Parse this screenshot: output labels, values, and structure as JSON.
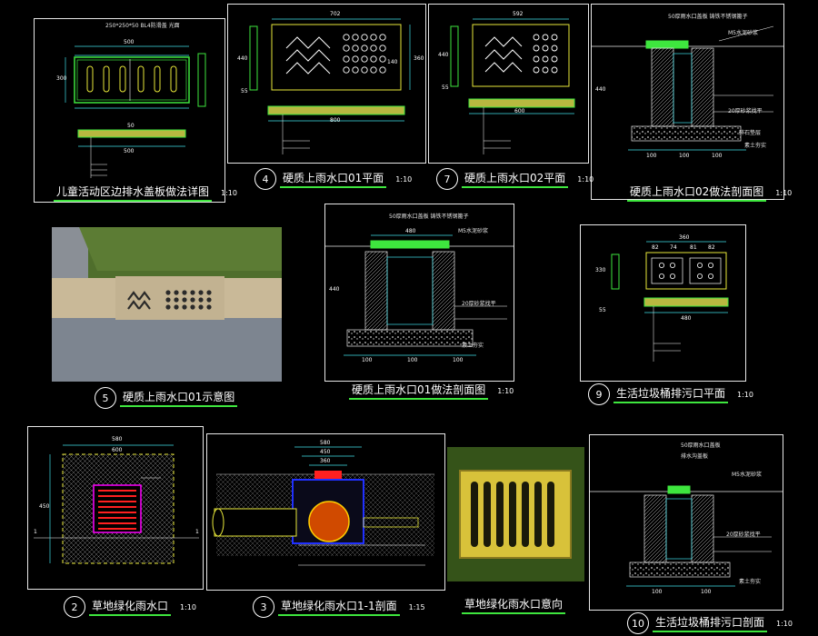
{
  "colors": {
    "background": "#000000",
    "frame": "#e8e8e8",
    "green": "#3ee63e",
    "yellow": "#e8e83a",
    "cyan": "#40e0e8",
    "magenta": "#ff00ff",
    "red": "#ff2020"
  },
  "panels": {
    "p_children": {
      "title": "儿童活动区边排水盖板做法详图",
      "scale": "1:10",
      "header_text": "250*250*50 BL4防滑盖 光面",
      "dims": {
        "top": "500",
        "left": "300",
        "bottom": "500",
        "side": "50"
      }
    },
    "p4": {
      "num": "4",
      "title": "硬质上雨水口01平面",
      "scale": "1:10",
      "dims": {
        "top": "702",
        "bottom": "800",
        "left": "440",
        "mid": "140",
        "right": "360",
        "side": "55"
      }
    },
    "p7": {
      "num": "7",
      "title": "硬质上雨水口02平面",
      "scale": "1:10",
      "dims": {
        "top": "592",
        "bottom": "600",
        "left": "440",
        "side": "55"
      }
    },
    "p_section02": {
      "title": "硬质上雨水口02做法剖面图",
      "scale": "1:10",
      "notes": [
        "50厚雨水口盖板 铸铁不锈钢篦子",
        "M5水泥砂浆",
        "20厚砂浆找平",
        "素土夯实",
        "碎石垫层"
      ],
      "dims": {
        "h": "440",
        "b1": "100",
        "b2": "100",
        "b3": "100"
      }
    },
    "p5": {
      "num": "5",
      "title": "硬质上雨水口01示意图"
    },
    "p_section01": {
      "title": "硬质上雨水口01做法剖面图",
      "scale": "1:10",
      "notes": [
        "50厚雨水口盖板 铸铁不锈钢篦子",
        "M5水泥砂浆",
        "20厚砂浆找平",
        "素土夯实"
      ],
      "dims": {
        "w": "480",
        "h": "440",
        "b1": "100",
        "b2": "100",
        "b3": "100"
      }
    },
    "p9": {
      "num": "9",
      "title": "生活垃圾桶排污口平面",
      "scale": "1:10",
      "dims": {
        "top_total": "360",
        "seg1": "82",
        "seg2": "74",
        "seg3": "81",
        "seg4": "82",
        "left": "330",
        "bottom": "480",
        "side": "55"
      }
    },
    "p2": {
      "num": "2",
      "title": "草地绿化雨水口",
      "scale": "1:10",
      "dims": {
        "top": "580",
        "inner": "600",
        "left": "450"
      },
      "marker_left": "1",
      "marker_right": "1"
    },
    "p3": {
      "num": "3",
      "title": "草地绿化雨水口1-1剖面",
      "scale": "1:15",
      "dims": {
        "d1": "580",
        "d2": "450",
        "d3": "360"
      }
    },
    "p_grass_photo": {
      "title": "草地绿化雨水口意向"
    },
    "p10": {
      "num": "10",
      "title": "生活垃圾桶排污口剖面",
      "scale": "1:10",
      "notes": [
        "50厚雨水口盖板",
        "排水沟盖板",
        "M5水泥砂浆",
        "20厚砂浆找平",
        "素土夯实"
      ],
      "dims": {
        "b1": "100",
        "b2": "100"
      }
    }
  }
}
